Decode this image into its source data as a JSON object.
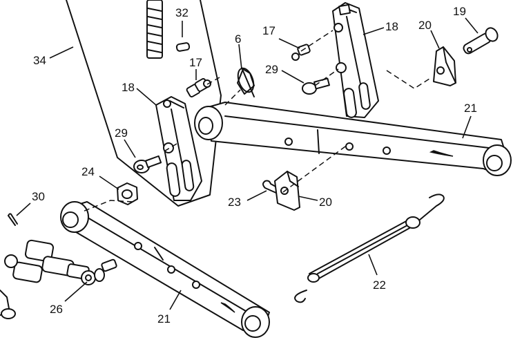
{
  "diagram": {
    "callouts": [
      {
        "id": "c34",
        "text": "34"
      },
      {
        "id": "c32",
        "text": "32"
      },
      {
        "id": "c17a",
        "text": "17"
      },
      {
        "id": "c18a",
        "text": "18"
      },
      {
        "id": "c29a",
        "text": "29"
      },
      {
        "id": "c24",
        "text": "24"
      },
      {
        "id": "c30",
        "text": "30"
      },
      {
        "id": "c26",
        "text": "26"
      },
      {
        "id": "c21a",
        "text": "21"
      },
      {
        "id": "c6",
        "text": "6"
      },
      {
        "id": "c17b",
        "text": "17"
      },
      {
        "id": "c29b",
        "text": "29"
      },
      {
        "id": "c18b",
        "text": "18"
      },
      {
        "id": "c20a",
        "text": "20"
      },
      {
        "id": "c19",
        "text": "19"
      },
      {
        "id": "c21b",
        "text": "21"
      },
      {
        "id": "c23",
        "text": "23"
      },
      {
        "id": "c20b",
        "text": "20"
      },
      {
        "id": "c22",
        "text": "22"
      }
    ]
  }
}
